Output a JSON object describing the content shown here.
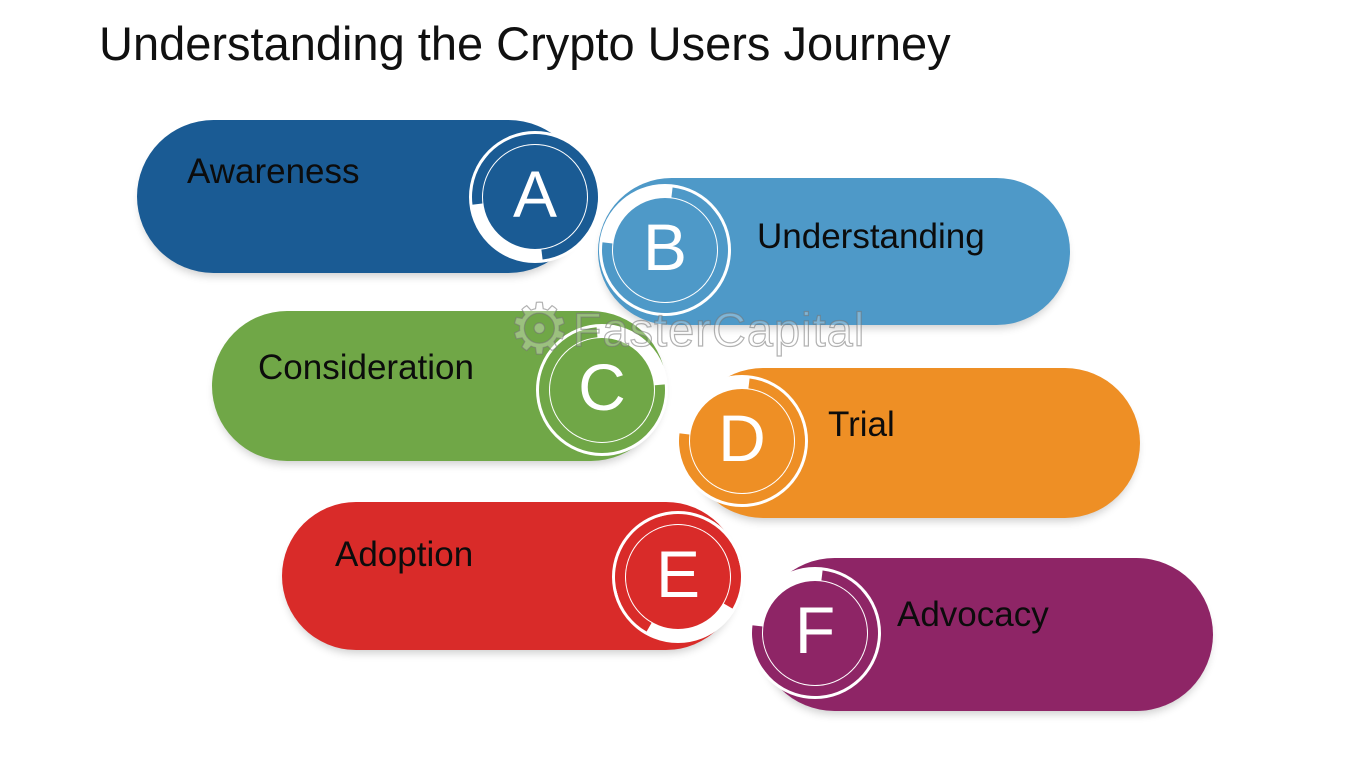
{
  "title": "Understanding the Crypto Users Journey",
  "watermark": {
    "text": "FasterCapital",
    "icon": "gear-icon"
  },
  "stages": [
    {
      "letter": "A",
      "label": "Awareness",
      "color": "#1a5b94",
      "badge_side": "right"
    },
    {
      "letter": "B",
      "label": "Understanding",
      "color": "#4e99c8",
      "badge_side": "left"
    },
    {
      "letter": "C",
      "label": "Consideration",
      "color": "#70a747",
      "badge_side": "right"
    },
    {
      "letter": "D",
      "label": "Trial",
      "color": "#ee8f25",
      "badge_side": "left"
    },
    {
      "letter": "E",
      "label": "Adoption",
      "color": "#d92b29",
      "badge_side": "right"
    },
    {
      "letter": "F",
      "label": "Advocacy",
      "color": "#8e2566",
      "badge_side": "left"
    }
  ]
}
